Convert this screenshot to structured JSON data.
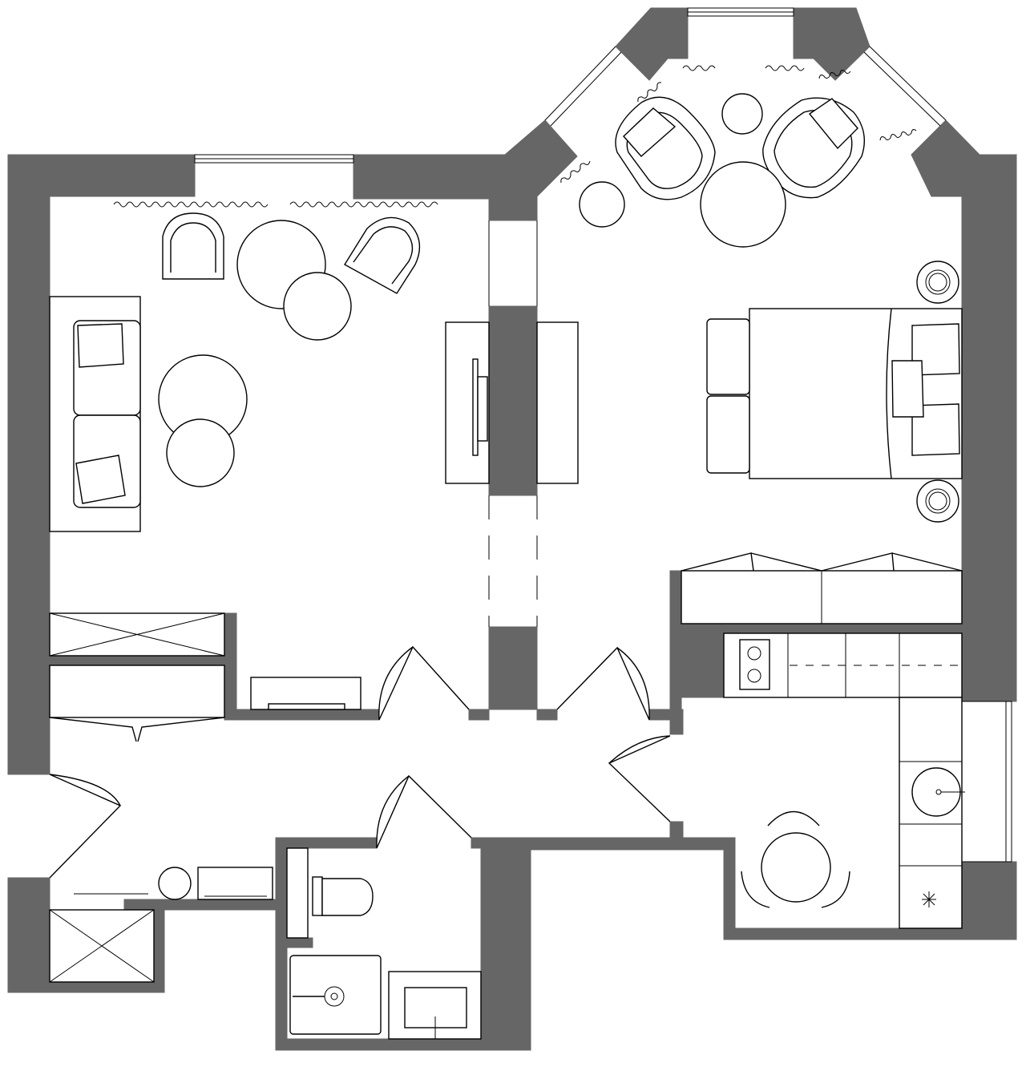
{
  "plan": {
    "colors": {
      "wall": "#666666",
      "line": "#000000",
      "background": "#ffffff"
    },
    "rooms": [
      "living-room",
      "bedroom",
      "kitchen",
      "hallway",
      "bathroom",
      "entrance"
    ],
    "icons": [
      "door-icon",
      "window-icon",
      "sofa-icon",
      "armchair-icon",
      "round-table-icon",
      "bed-icon",
      "nightstand-icon",
      "tv-stand-icon",
      "wardrobe-icon",
      "stove-icon",
      "sink-icon",
      "toilet-icon",
      "shower-icon",
      "bathtub-icon",
      "dining-table-icon",
      "chair-icon",
      "curtain-icon"
    ]
  }
}
